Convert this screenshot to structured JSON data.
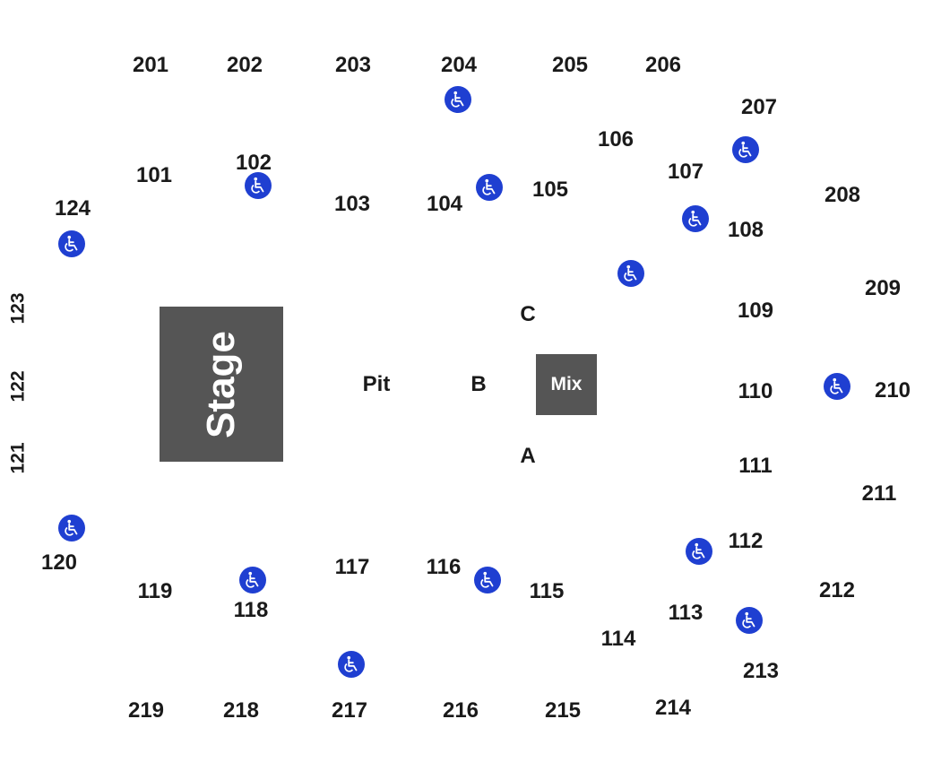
{
  "stage_label": "Stage",
  "mix_label": "Mix",
  "accessible_icon": "wheelchair-icon",
  "colors": {
    "block": "#555555",
    "accessible": "#1f3fd1",
    "text": "#1a1a1a"
  },
  "upper_sections": [
    "201",
    "202",
    "203",
    "204",
    "205",
    "206",
    "207",
    "208",
    "209",
    "210",
    "211",
    "212",
    "213",
    "214",
    "215",
    "216",
    "217",
    "218",
    "219"
  ],
  "lower_sections": [
    "101",
    "102",
    "103",
    "104",
    "105",
    "106",
    "107",
    "108",
    "109",
    "110",
    "111",
    "112",
    "113",
    "114",
    "115",
    "116",
    "117",
    "118",
    "119",
    "120",
    "121",
    "122",
    "123",
    "124"
  ],
  "floor_zones": [
    "Pit",
    "B",
    "C",
    "A"
  ]
}
